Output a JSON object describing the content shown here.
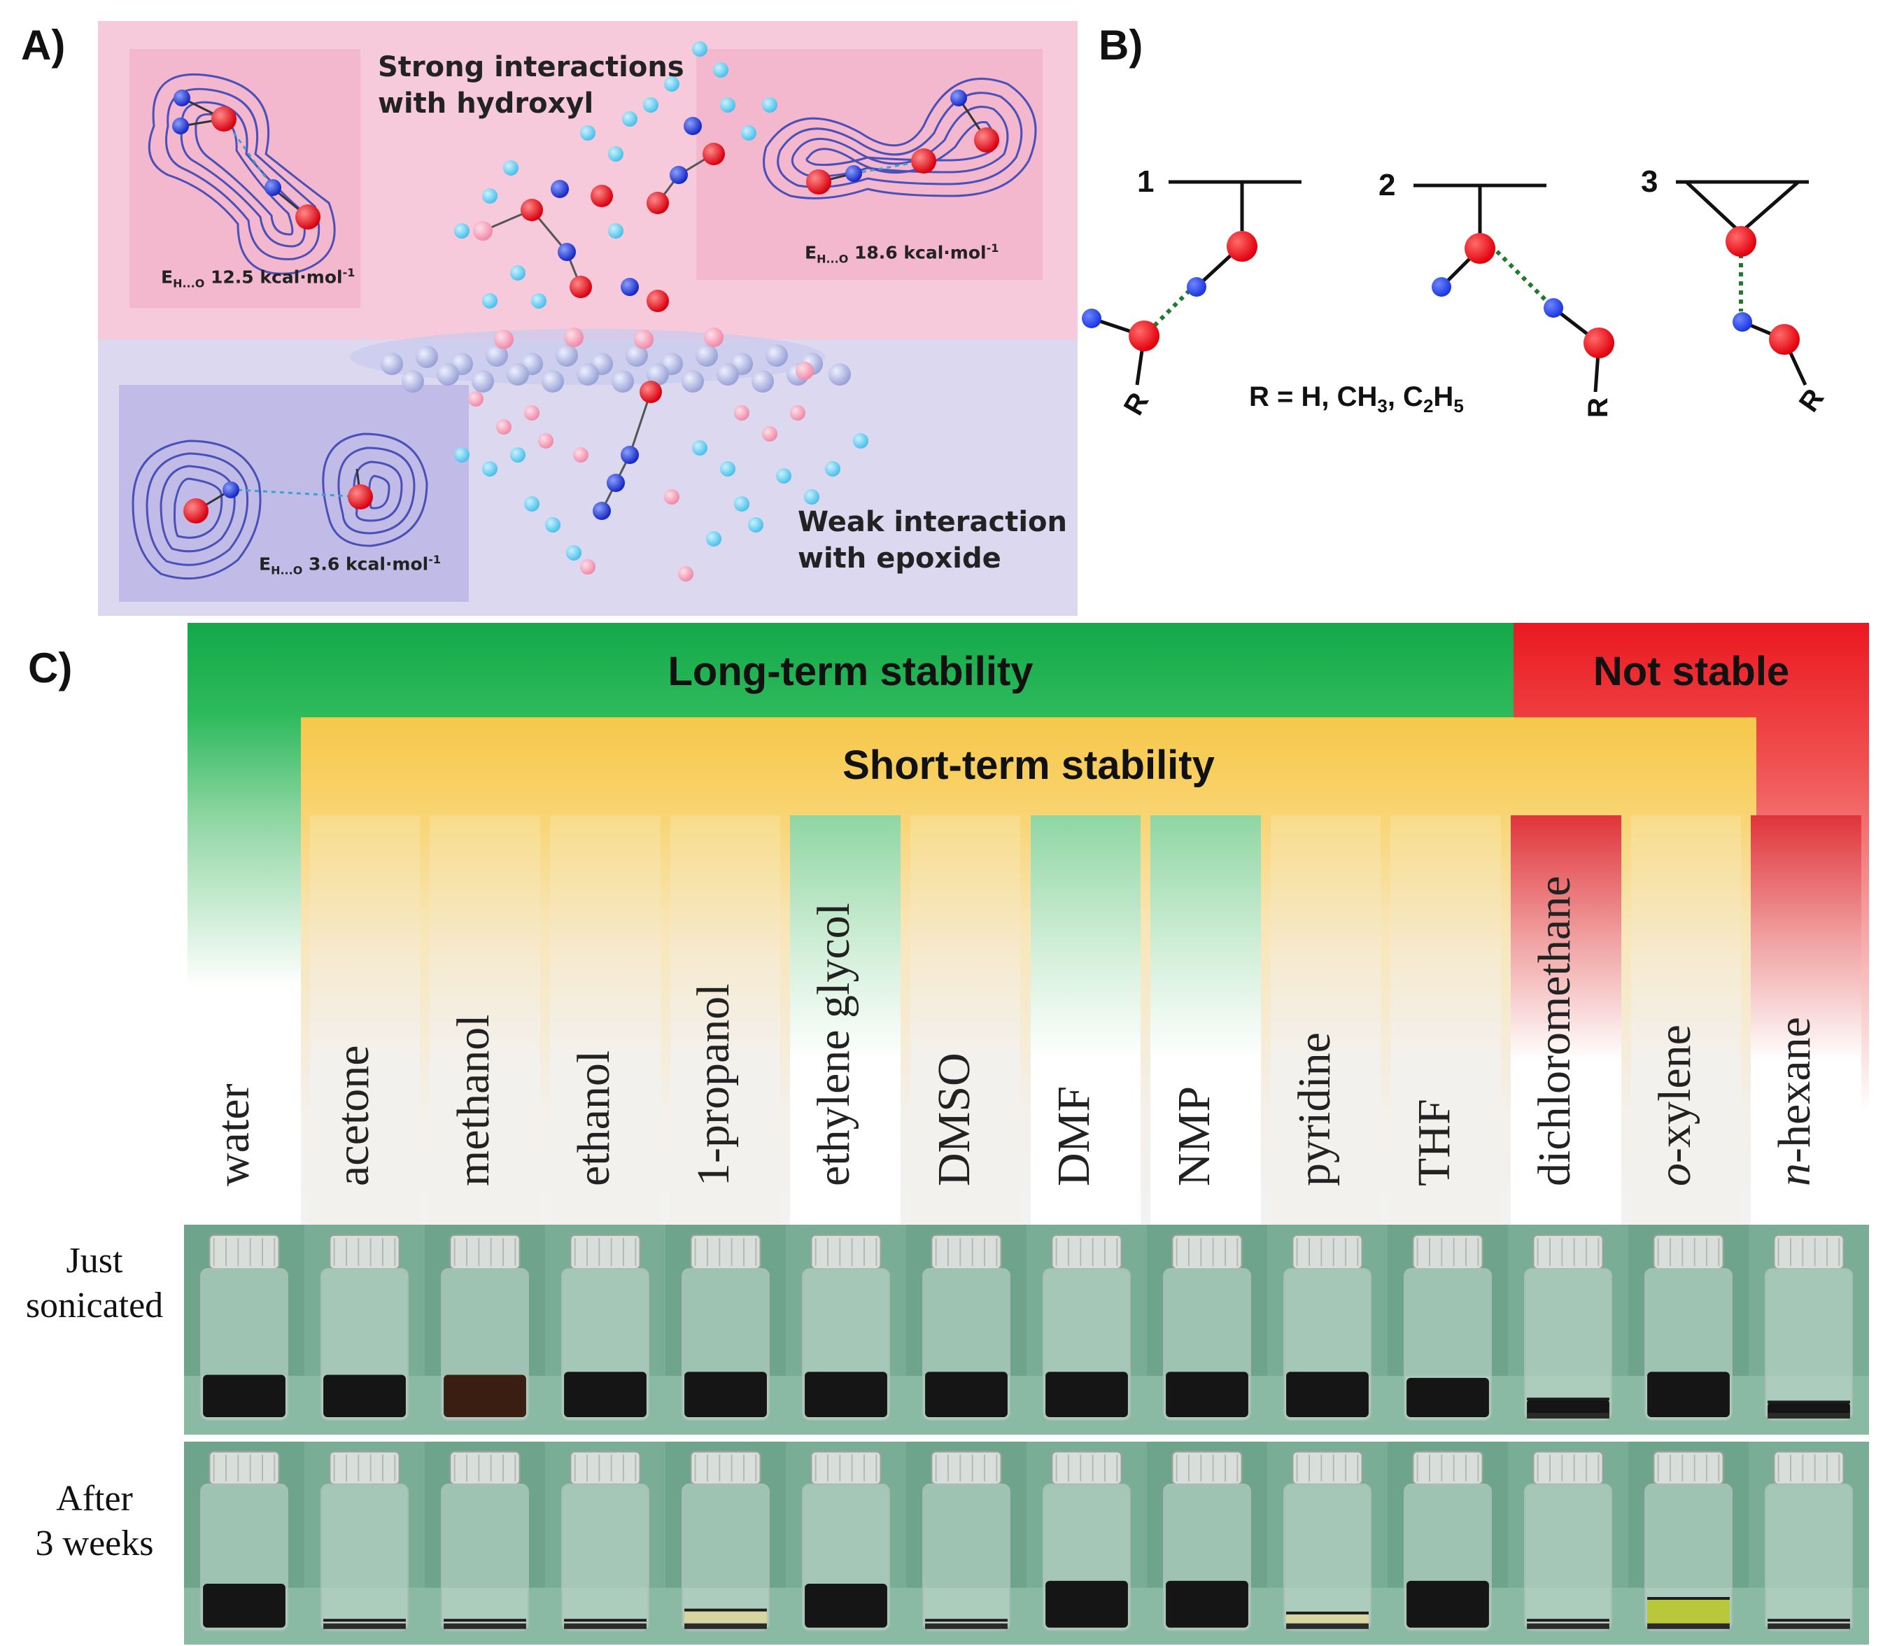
{
  "panel_letters": {
    "a": "A)",
    "b": "B)",
    "c": "C)"
  },
  "panel_a": {
    "top_label": [
      "Strong interactions",
      "with hydroxyl"
    ],
    "bottom_label": [
      "Weak interaction",
      "with epoxide"
    ],
    "energies": [
      {
        "prefix": "E",
        "sub": "H...O",
        "value": " 12.5 kcal·mol",
        "sup": "-1"
      },
      {
        "prefix": "E",
        "sub": "H...O",
        "value": " 18.6 kcal·mol",
        "sup": "-1"
      },
      {
        "prefix": "E",
        "sub": "H...O",
        "value": " 3.6 kcal·mol",
        "sup": "-1"
      }
    ],
    "colors": {
      "top_bg": "#f6c9d8",
      "bottom_bg": "#d9d4ee",
      "oxygen": "#e8101a",
      "hydrogen": "#2a3fd6",
      "carbon": "#b8c0e6",
      "contour": "#4b4fb8"
    }
  },
  "panel_b": {
    "numbers": [
      "1",
      "2",
      "3"
    ],
    "r_label": "R",
    "r_definition": {
      "part1": "R = H, CH",
      "sub1": "3",
      "part2": ", C",
      "sub2": "2",
      "part3": "H",
      "sub3": "5"
    }
  },
  "panel_c": {
    "long_term": "Long-term stability",
    "not_stable": "Not stable",
    "short_term": "Short-term stability",
    "row_labels": {
      "just": [
        "Just",
        "sonicated"
      ],
      "after": [
        "After",
        "3 weeks"
      ]
    },
    "colors": {
      "green": "#14a84a",
      "red": "#e8141c",
      "yellow": "#f6c84a"
    },
    "solvents": [
      {
        "name": "water",
        "italic_prefix": "",
        "tint": "green",
        "just_level": 0.28,
        "after_level": 0.3,
        "after_style": "dark"
      },
      {
        "name": "acetone",
        "italic_prefix": "",
        "tint": "yellow",
        "just_level": 0.28,
        "after_level": 0.05,
        "after_style": "clear"
      },
      {
        "name": "methanol",
        "italic_prefix": "",
        "tint": "yellow",
        "just_level": 0.28,
        "after_level": 0.05,
        "after_style": "clear"
      },
      {
        "name": "ethanol",
        "italic_prefix": "",
        "tint": "yellow",
        "just_level": 0.3,
        "after_level": 0.05,
        "after_style": "clear"
      },
      {
        "name": "1-propanol",
        "italic_prefix": "",
        "tint": "yellow",
        "just_level": 0.3,
        "after_level": 0.12,
        "after_style": "yellowish"
      },
      {
        "name": "ethylene glycol",
        "italic_prefix": "",
        "tint": "green",
        "just_level": 0.3,
        "after_level": 0.3,
        "after_style": "dark"
      },
      {
        "name": "DMSO",
        "italic_prefix": "",
        "tint": "yellow",
        "just_level": 0.3,
        "after_level": 0.05,
        "after_style": "clear"
      },
      {
        "name": "DMF",
        "italic_prefix": "",
        "tint": "green",
        "just_level": 0.3,
        "after_level": 0.32,
        "after_style": "dark"
      },
      {
        "name": "NMP",
        "italic_prefix": "",
        "tint": "green",
        "just_level": 0.3,
        "after_level": 0.32,
        "after_style": "dark"
      },
      {
        "name": "pyridine",
        "italic_prefix": "",
        "tint": "yellow",
        "just_level": 0.3,
        "after_level": 0.1,
        "after_style": "yellowish"
      },
      {
        "name": "THF",
        "italic_prefix": "",
        "tint": "yellow",
        "just_level": 0.26,
        "after_level": 0.32,
        "after_style": "dark"
      },
      {
        "name": "dichloromethane",
        "italic_prefix": "",
        "tint": "red",
        "just_level": 0.12,
        "after_level": 0.05,
        "after_style": "clear"
      },
      {
        "name": "-xylene",
        "italic_prefix": "o",
        "tint": "yellow",
        "just_level": 0.3,
        "after_level": 0.2,
        "after_style": "yellowgreen"
      },
      {
        "name": "-hexane",
        "italic_prefix": "n",
        "tint": "red",
        "just_level": 0.1,
        "after_level": 0.05,
        "after_style": "clear"
      }
    ]
  }
}
